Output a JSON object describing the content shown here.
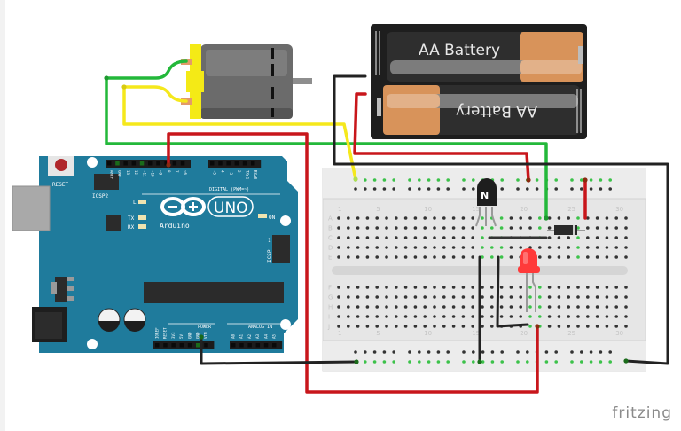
{
  "diagram": {
    "title": "Arduino motor driver circuit (breadboard view)",
    "watermark": "fritzing",
    "colors": {
      "arduino_board": "#1f7b9c",
      "breadboard": "#e8e8e8",
      "wire_red": "#c8161b",
      "wire_black": "#222222",
      "wire_green": "#23b83a",
      "wire_yellow": "#f5e81c",
      "motor_body": "#6b6b6b",
      "motor_cap": "#f4ea16",
      "battery_holder": "#1e1e1e",
      "battery_copper": "#d8935a",
      "led": "#ff2e2e",
      "pin_active": "#3cc24a"
    }
  },
  "battery_pack": {
    "cell_top_label": "AA Battery",
    "cell_bottom_label": "AA Battery"
  },
  "motor": {
    "name": "DC Motor"
  },
  "arduino": {
    "logo_text": "Arduino",
    "model": "UNO",
    "reset_label": "RESET",
    "icsp2_label": "ICSP2",
    "icsp_label": "ICSP",
    "icsp_pin1": "1",
    "led_l": "L",
    "led_tx": "TX",
    "led_rx": "RX",
    "led_on": "ON",
    "digital_label": "DIGITAL (PWM=~)",
    "power_label": "POWER",
    "analog_label": "ANALOG IN",
    "digital_pins": [
      "AREF",
      "GND",
      "13",
      "12",
      "~11",
      "~10",
      "~9",
      "8",
      "7",
      "~6",
      "~5",
      "4",
      "~3",
      "2",
      "TX▶1",
      "RX◀0"
    ],
    "power_pins": [
      "IOREF",
      "RESET",
      "3V3",
      "5V",
      "GND",
      "GND",
      "VIN"
    ],
    "analog_pins": [
      "A0",
      "A1",
      "A2",
      "A3",
      "A4",
      "A5"
    ]
  },
  "breadboard": {
    "row_labels_top": [
      "A",
      "B",
      "C",
      "D",
      "E"
    ],
    "row_labels_bottom": [
      "F",
      "G",
      "H",
      "I",
      "J"
    ],
    "column_numbers": [
      "1",
      "5",
      "10",
      "15",
      "20",
      "25",
      "30"
    ]
  },
  "transistor": {
    "type_label": "N"
  }
}
